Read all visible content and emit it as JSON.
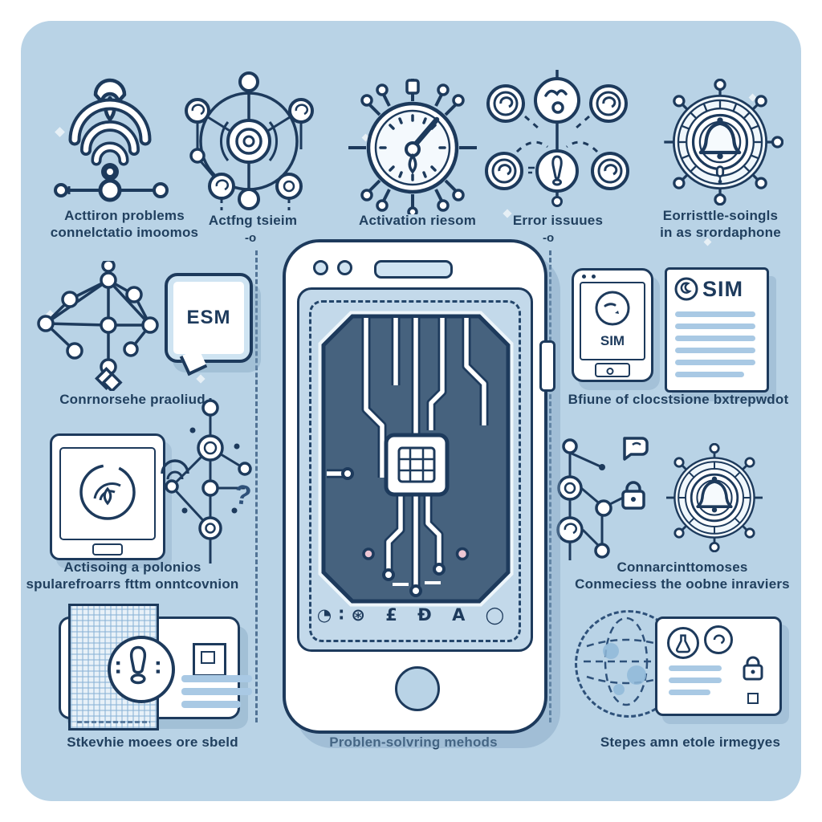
{
  "colors": {
    "panel_bg": "#b9d3e6",
    "ink": "#1d3a5c",
    "accent_line": "#a9c9e4",
    "screen_panel": "#46627e",
    "pink_pad": "#edc6d4"
  },
  "top_row": {
    "item1": {
      "caption_line1": "Acttiron problems",
      "caption_line2": "connelctatio imoomos"
    },
    "item2": {
      "caption": "Actfng tsieim",
      "sub": "-o"
    },
    "item3": {
      "caption": "Activation riesom"
    },
    "item4": {
      "caption": "Error issuues",
      "sub": "-o"
    },
    "item5": {
      "caption_line1": "Eorristtle-soingls",
      "caption_line2": "in as srordaphone"
    }
  },
  "middle_left": {
    "bubble_label": "ESM",
    "caption": "Conrnorsehe praoliud"
  },
  "middle_right": {
    "phone_label": "SIM",
    "doc_title": "SIM",
    "caption": "Bfiune of clocstsione bxtrepwdot"
  },
  "lower_left": {
    "question_mark": "?",
    "caption_line1": "Actisoing a polonios",
    "caption_line2": "spularefroarrs fttm onntcovnion"
  },
  "lower_right": {
    "caption_line1": "Connarcinttomoses",
    "caption_line2": "Conmeciess the oobne inraviers"
  },
  "bottom_left": {
    "caption": "Stkevhie moees ore sbeld"
  },
  "bottom_center": {
    "caption": "Problen-solvring mehods",
    "statusbar_glyphs": "◔∶⊛ £ Ð A ◯"
  },
  "bottom_right": {
    "caption": "Stepes amn etole irmegyes"
  }
}
